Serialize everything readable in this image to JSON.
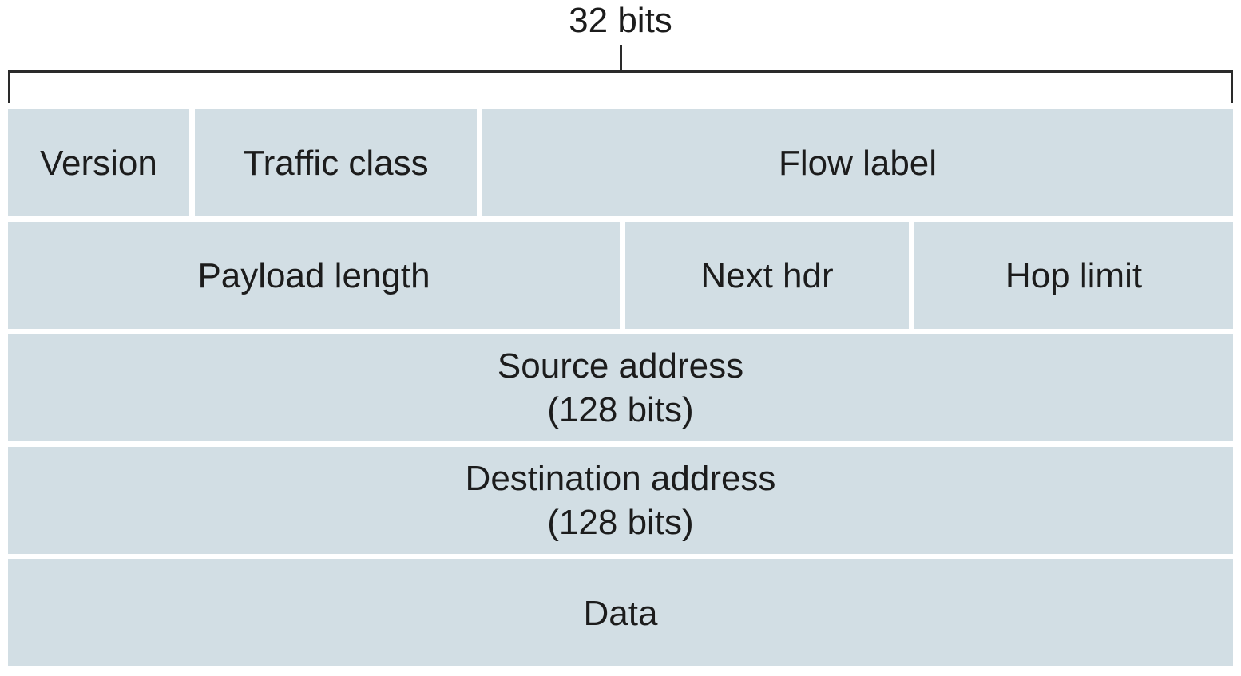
{
  "figure": {
    "width_label": "32 bits"
  },
  "rows": [
    {
      "cells": [
        "Version",
        "Traffic class",
        "Flow label"
      ]
    },
    {
      "cells": [
        "Payload length",
        "Next hdr",
        "Hop limit"
      ]
    },
    {
      "cells": [
        "Source address\n(128 bits)"
      ]
    },
    {
      "cells": [
        "Destination address\n(128 bits)"
      ]
    },
    {
      "cells": [
        "Data"
      ]
    }
  ],
  "colors": {
    "cell_fill": "#d2dee4",
    "bracket_line": "#2a2a2a",
    "text": "#1c1c1c",
    "background": "#ffffff"
  }
}
